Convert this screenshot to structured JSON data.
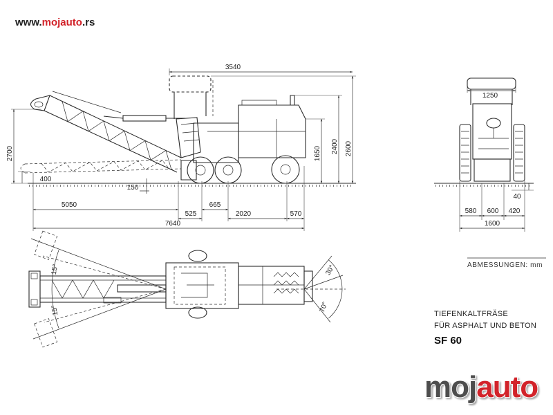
{
  "header": {
    "prefix": "www.",
    "brand": "mojauto",
    "suffix": ".rs"
  },
  "side_view": {
    "dimensions": {
      "top_length": "3540",
      "conveyor_height": "2700",
      "conveyor_low": "400",
      "cut_depth": "150",
      "body_height": "1650",
      "exhaust_height": "2400",
      "roof_height": "2600",
      "conveyor_length": "5050",
      "drum_to_axle": "525",
      "front_axles": "665",
      "wheelbase": "2020",
      "rear_overhang": "570",
      "total_length": "7640"
    }
  },
  "front_view": {
    "dimensions": {
      "roof_width": "1250",
      "drum_clearance": "40",
      "left_part": "580",
      "middle_part": "600",
      "right_part": "420",
      "total_width": "1600"
    }
  },
  "top_view": {
    "angles": {
      "conveyor_swing_up": "15°",
      "conveyor_swing_down": "15°",
      "steer_angle_a": "30°",
      "steer_angle_b": "70°"
    }
  },
  "legend": {
    "units": "ABMESSUNGEN: mm",
    "title_line1": "TIEFENKALTFRÄSE",
    "title_line2": "FÜR ASPHALT UND BETON",
    "model": "SF 60"
  },
  "watermark": {
    "part1": "moj",
    "part2": "auto"
  },
  "colors": {
    "brand_red": "#d2232a",
    "line_dark": "#2b2b2b",
    "watermark_gray": "#4d4d4d",
    "background": "#ffffff"
  }
}
